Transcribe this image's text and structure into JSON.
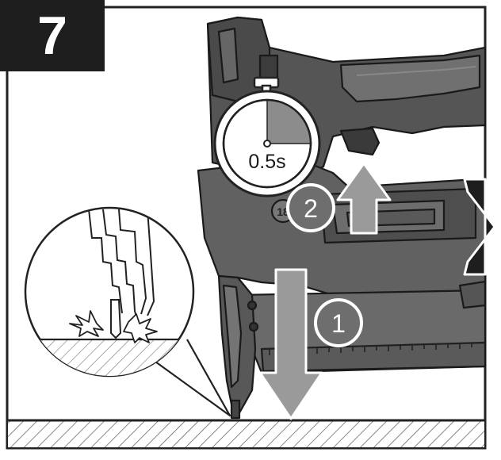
{
  "step": {
    "number": "7"
  },
  "timer": {
    "label": "0.5s"
  },
  "callouts": {
    "first": "1",
    "second": "2"
  },
  "colors": {
    "tool_dark": "#4a4a4a",
    "tool_mid": "#6b6b6b",
    "tool_light": "#8c8c8c",
    "arrow_gray": "#9a9a9a",
    "badge_bg": "#1e1e1e",
    "outline": "#222222"
  },
  "icons": {
    "stopwatch": "stopwatch-icon",
    "press_down": "arrow-down-icon",
    "lift_up": "arrow-up-icon",
    "forward": "arrow-right-icon",
    "impact": "impact-burst-icon"
  }
}
